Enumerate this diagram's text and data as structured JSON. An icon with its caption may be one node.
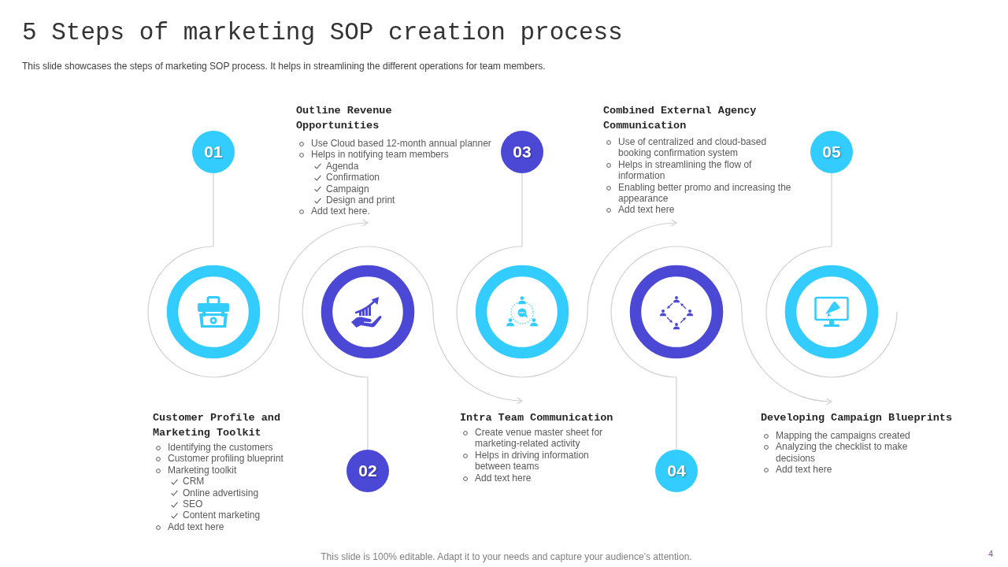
{
  "diagram": {
    "title": "5 Steps of marketing SOP creation process",
    "nodes": [
      {
        "text": [
          "01"
        ]
      },
      {
        "text": [],
        "shape": "circle"
      },
      {
        "text": [
          "02"
        ]
      },
      {
        "text": [],
        "shape": "circle"
      },
      {
        "text": [
          "03"
        ]
      },
      {
        "text": [],
        "shape": "circle"
      },
      {
        "text": [
          "04"
        ]
      },
      {
        "text": [],
        "shape": "circle"
      },
      {
        "text": [
          "05"
        ]
      },
      {
        "text": [],
        "shape": "circle"
      }
    ],
    "edges": [
      {
        "from": 0,
        "to": 1,
        "arrow": "none"
      },
      {
        "from": 1,
        "to": 3,
        "arrow": "to"
      },
      {
        "from": 2,
        "to": 3,
        "arrow": "none"
      },
      {
        "from": 3,
        "to": 5,
        "arrow": "to"
      },
      {
        "from": 4,
        "to": 5,
        "arrow": "none"
      },
      {
        "from": 5,
        "to": 7,
        "arrow": "to"
      },
      {
        "from": 6,
        "to": 7,
        "arrow": "none"
      },
      {
        "from": 7,
        "to": 9,
        "arrow": "to"
      },
      {
        "from": 8,
        "to": 9,
        "arrow": "none"
      }
    ],
    "labels": [
      "This slide showcases the steps of marketing SOP process. It helps in streamlining the different operations for team members.",
      "Outline Revenue Opportunities",
      "Use Cloud based 12-month annual planner",
      "Helps in notifying team members",
      "Agenda",
      "Confirmation",
      "Campaign",
      "Design and print",
      "Add text here.",
      "Combined External Agency Communication",
      "Use of centralized and cloud-based booking confirmation system",
      "Helps in streamlining the flow of information",
      "Enabling better promo and increasing the appearance",
      "Add text here",
      "Customer Profile and Marketing Toolkit",
      "Identifying the customers",
      "Customer profiling blueprint",
      "Marketing toolkit",
      "CRM",
      "Online advertising",
      "SEO",
      "Content marketing",
      "Add text here",
      "Intra Team Communication",
      "Create venue master sheet for marketing-related activity",
      "Helps in driving information between teams",
      "Add text here",
      "Developing Campaign Blueprints",
      "Mapping the campaigns created",
      "Analyzing the checklist to make decisions",
      "Add text here",
      "This slide is 100% editable. Adapt it to your needs and capture your audience’s attention.",
      "4"
    ]
  }
}
